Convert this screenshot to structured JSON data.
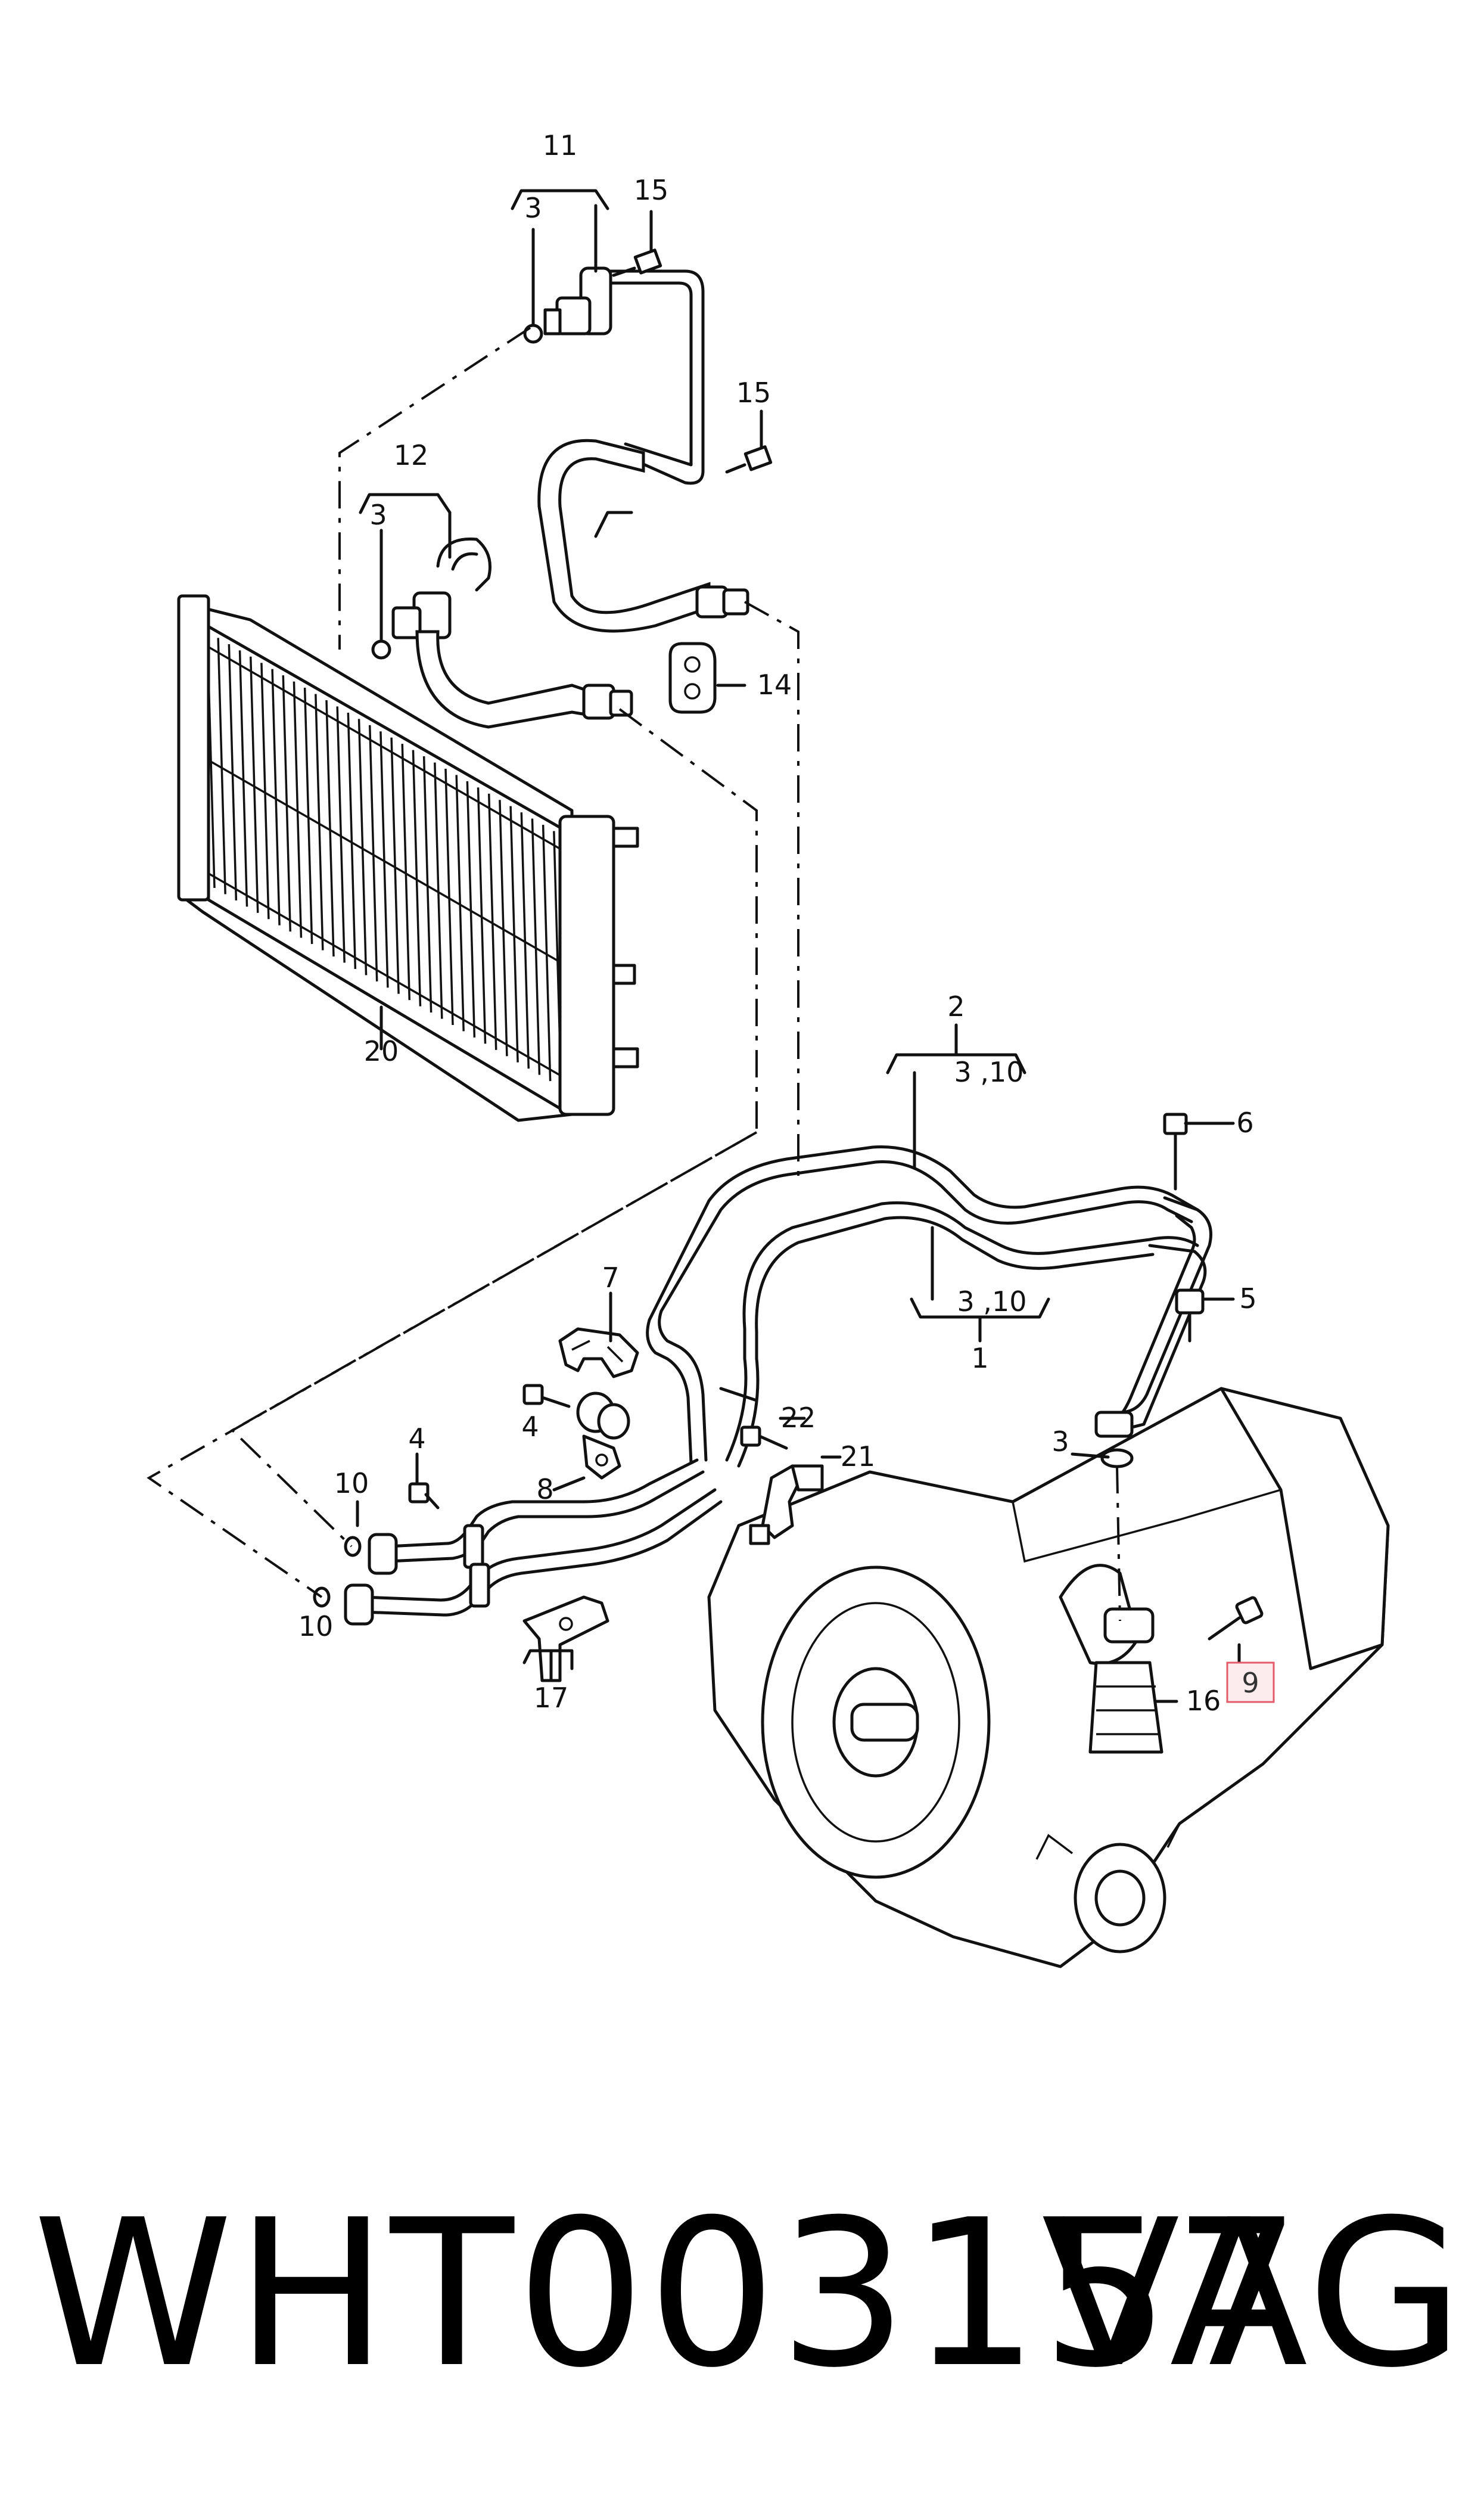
{
  "callouts": {
    "c11": "11",
    "c3a": "3",
    "c15a": "15",
    "c15b": "15",
    "c12": "12",
    "c3b": "3",
    "c14": "14",
    "c20": "20",
    "c2": "2",
    "c310a": "3 ,10",
    "c6": "6",
    "c5": "5",
    "c310b": "3 ,10",
    "c1": "1",
    "c7": "7",
    "c4a": "4",
    "c22": "22",
    "c8": "8",
    "c21": "21",
    "c4b": "4",
    "c10a": "10",
    "c10b": "10",
    "c17": "17",
    "c3c": "3",
    "c9": "9",
    "c16": "16"
  },
  "highlight_color": "#e35b6a",
  "footer": {
    "part_number": "WHT003157",
    "brand": "VAG"
  }
}
